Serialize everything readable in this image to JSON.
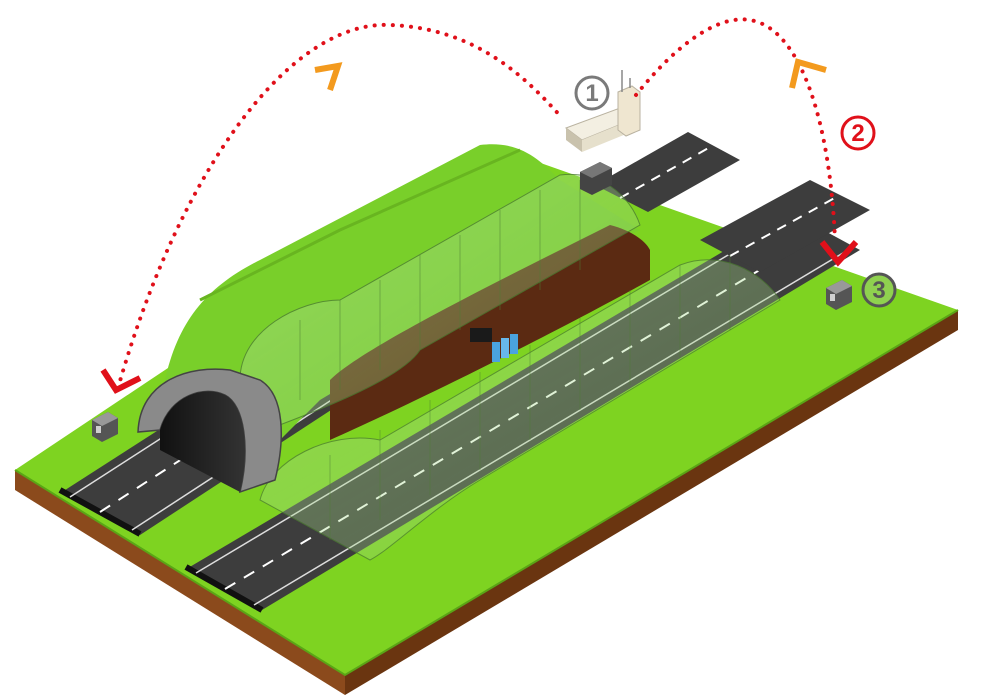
{
  "markers": [
    {
      "label": "1",
      "color": "#7a7a7a",
      "fill": "#ffffff"
    },
    {
      "label": "2",
      "color": "#e0101a",
      "fill": "#ffffff"
    },
    {
      "label": "3",
      "color": "#555555",
      "fill": "#8fd14f"
    }
  ],
  "colors": {
    "grass": "#7ed321",
    "grass_edge": "#5aa516",
    "soil": "#8b4a1c",
    "soil_dark": "#5e2e0d",
    "road": "#3d3d3d",
    "road_line": "#ffffff",
    "tunnel_mound": "#79cf2a",
    "tunnel_inner": "#5b2a12",
    "arrow_red": "#e0101a",
    "arrow_orange": "#f39a1e"
  },
  "icons": [
    "control-building-icon",
    "equipment-box-icon",
    "roadside-cabinet-icon",
    "signal-antenna-icon"
  ]
}
